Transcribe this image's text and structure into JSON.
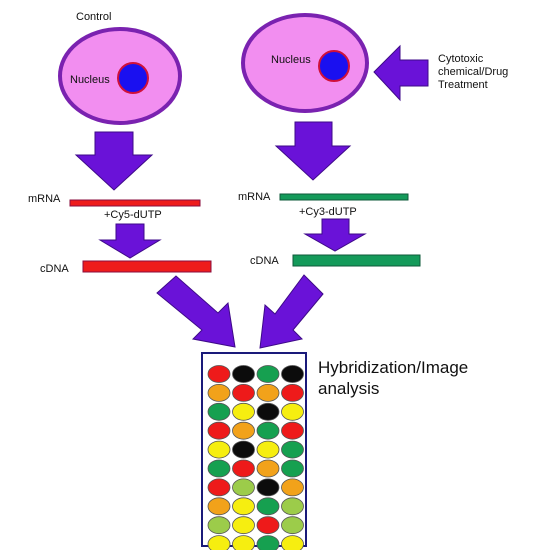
{
  "labels": {
    "control": "Control",
    "nucleus_left": "Nucleus",
    "nucleus_right": "Nucleus",
    "treatment_line1": "Cytotoxic",
    "treatment_line2": "chemical/Drug",
    "treatment_line3": "Treatment",
    "mrna_left": "mRNA",
    "mrna_right": "mRNA",
    "dye_left": "+Cy5-dUTP",
    "dye_right": "+Cy3-dUTP",
    "cdna_left": "cDNA",
    "cdna_right": "cDNA",
    "hyb_line1": "Hybridization/Image",
    "hyb_line2": "analysis"
  },
  "colors": {
    "cell_fill": "#f28ef0",
    "cell_border": "#7a22b0",
    "nucleus": "#1a10f0",
    "nucleus_border": "#d0103a",
    "arrow": "#6a12d8",
    "cy5": "#ee1c1c",
    "cy3": "#149a5a",
    "bar_border": "#8a0e3e",
    "array_border": "#1a1a7a",
    "spot_colors": {
      "red": "#ee1a1a",
      "black": "#0c0c0c",
      "green": "#16a050",
      "orange": "#f2a21a",
      "yellow": "#f6ee10",
      "lightgreen": "#9ccc4a"
    }
  },
  "microarray": {
    "rows": [
      [
        "red",
        "black",
        "green",
        "black"
      ],
      [
        "orange",
        "red",
        "orange",
        "red"
      ],
      [
        "green",
        "yellow",
        "black",
        "yellow"
      ],
      [
        "red",
        "orange",
        "green",
        "red"
      ],
      [
        "yellow",
        "black",
        "yellow",
        "green"
      ],
      [
        "green",
        "red",
        "orange",
        "green"
      ],
      [
        "red",
        "lightgreen",
        "black",
        "orange"
      ],
      [
        "orange",
        "yellow",
        "green",
        "lightgreen"
      ],
      [
        "lightgreen",
        "yellow",
        "red",
        "lightgreen"
      ],
      [
        "yellow",
        "yellow",
        "green",
        "yellow"
      ]
    ]
  }
}
